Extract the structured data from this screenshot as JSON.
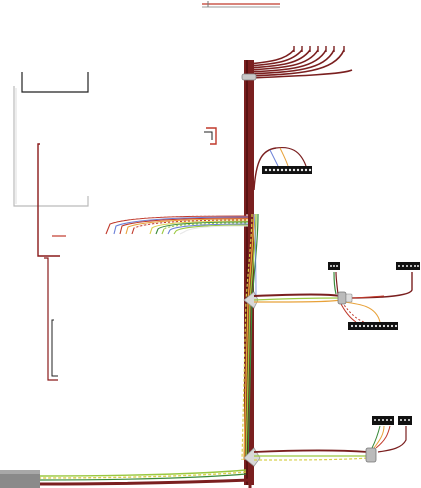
{
  "diagram": {
    "type": "wiring-harness",
    "background": "#ffffff",
    "colors": {
      "trunk": "#7a1f1f",
      "trunk_dark": "#5a1212",
      "wire_red": "#c0392b",
      "wire_white": "#e8e8e8",
      "wire_blue": "#6a7fd8",
      "wire_orange": "#e8a23a",
      "wire_yellow": "#d8d04a",
      "wire_green": "#3a8a3a",
      "wire_lime": "#9ac840",
      "connector": "#111111",
      "junction": "#c9c9c9",
      "panel_outline": "#cccccc",
      "grommet": "#8a8a8a"
    },
    "connectors": [
      {
        "id": "top-fan",
        "pins": 7
      },
      {
        "id": "upper-block",
        "pins": 12
      },
      {
        "id": "mid-left-small",
        "pins": 3
      },
      {
        "id": "mid-right-block",
        "pins": 6
      },
      {
        "id": "mid-lower-block",
        "pins": 12
      },
      {
        "id": "bottom-block-a",
        "pins": 5
      },
      {
        "id": "bottom-block-b",
        "pins": 3
      }
    ],
    "wire_groups": [
      {
        "id": "fan-out-left",
        "colors": [
          "wire_red",
          "wire_blue",
          "wire_red",
          "wire_orange",
          "wire_red",
          "wire_orange",
          "wire_yellow",
          "wire_green",
          "wire_lime",
          "wire_blue",
          "wire_lime",
          "wire_white"
        ]
      }
    ]
  }
}
